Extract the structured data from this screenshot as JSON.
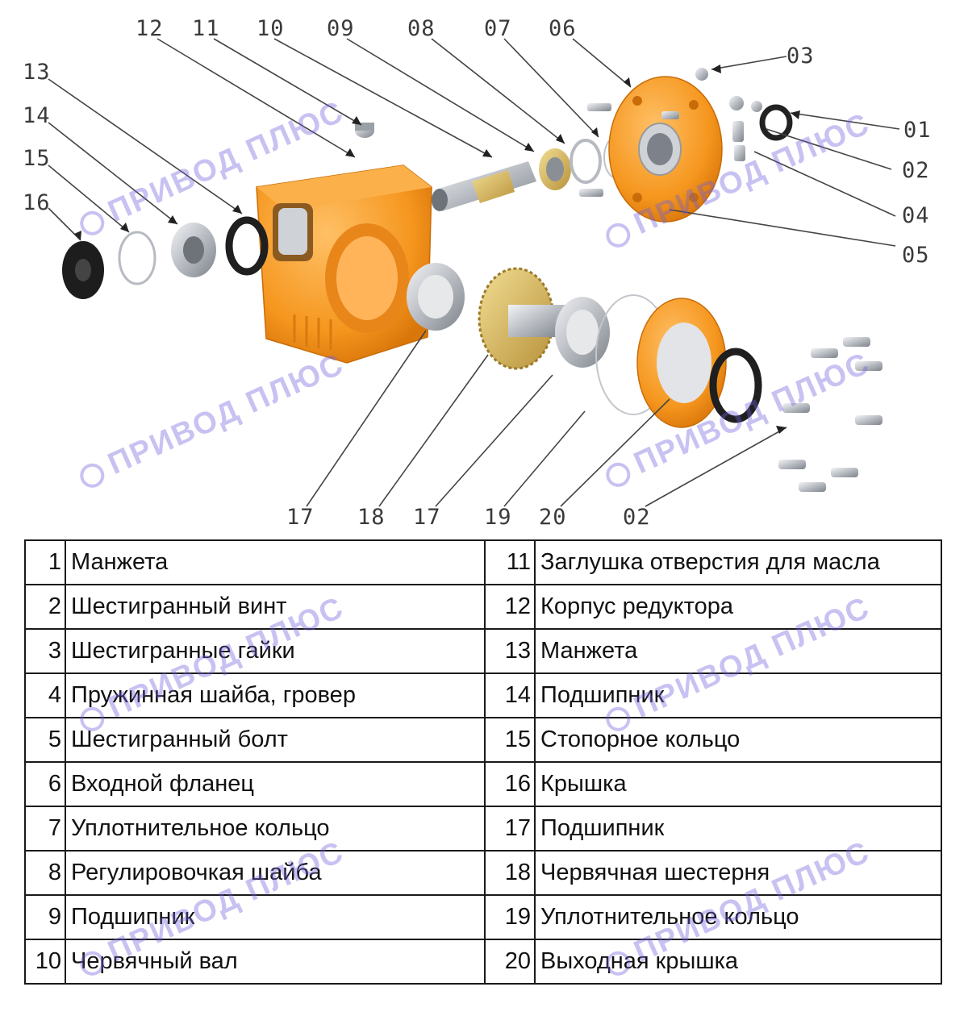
{
  "callouts": {
    "c12": "12",
    "c11": "11",
    "c10": "10",
    "c09": "09",
    "c08": "08",
    "c07": "07",
    "c06": "06",
    "c03": "03",
    "c01": "01",
    "c02a": "02",
    "c04": "04",
    "c05": "05",
    "c13": "13",
    "c14": "14",
    "c15": "15",
    "c16": "16",
    "c17a": "17",
    "c18": "18",
    "c17b": "17",
    "c19": "19",
    "c20": "20",
    "c02b": "02"
  },
  "watermark": "ПРИВОД ПЛЮС",
  "colors": {
    "housing": "#f5961e",
    "flange": "#f7a12a",
    "steel": "#c9ccd0",
    "rubber": "#222222",
    "gear": "#d9b85a"
  },
  "parts": [
    {
      "num": "1",
      "name": "Манжета"
    },
    {
      "num": "2",
      "name": "Шестигранный винт"
    },
    {
      "num": "3",
      "name": "Шестигранные гайки"
    },
    {
      "num": "4",
      "name": "Пружинная шайба, гровер"
    },
    {
      "num": "5",
      "name": "Шестигранный болт"
    },
    {
      "num": "6",
      "name": "Входной фланец"
    },
    {
      "num": "7",
      "name": "Уплотнительное кольцо"
    },
    {
      "num": "8",
      "name": "Регулировочкая шайба"
    },
    {
      "num": "9",
      "name": "Подшипник"
    },
    {
      "num": "10",
      "name": "Червячный вал"
    },
    {
      "num": "11",
      "name": "Заглушка отверстия для масла"
    },
    {
      "num": "12",
      "name": "Корпус редуктора"
    },
    {
      "num": "13",
      "name": "Манжета"
    },
    {
      "num": "14",
      "name": "Подшипник"
    },
    {
      "num": "15",
      "name": "Стопорное кольцо"
    },
    {
      "num": "16",
      "name": "Крышка"
    },
    {
      "num": "17",
      "name": "Подшипник"
    },
    {
      "num": "18",
      "name": "Червячная шестерня"
    },
    {
      "num": "19",
      "name": "Уплотнительное кольцо"
    },
    {
      "num": "20",
      "name": "Выходная крышка"
    }
  ]
}
